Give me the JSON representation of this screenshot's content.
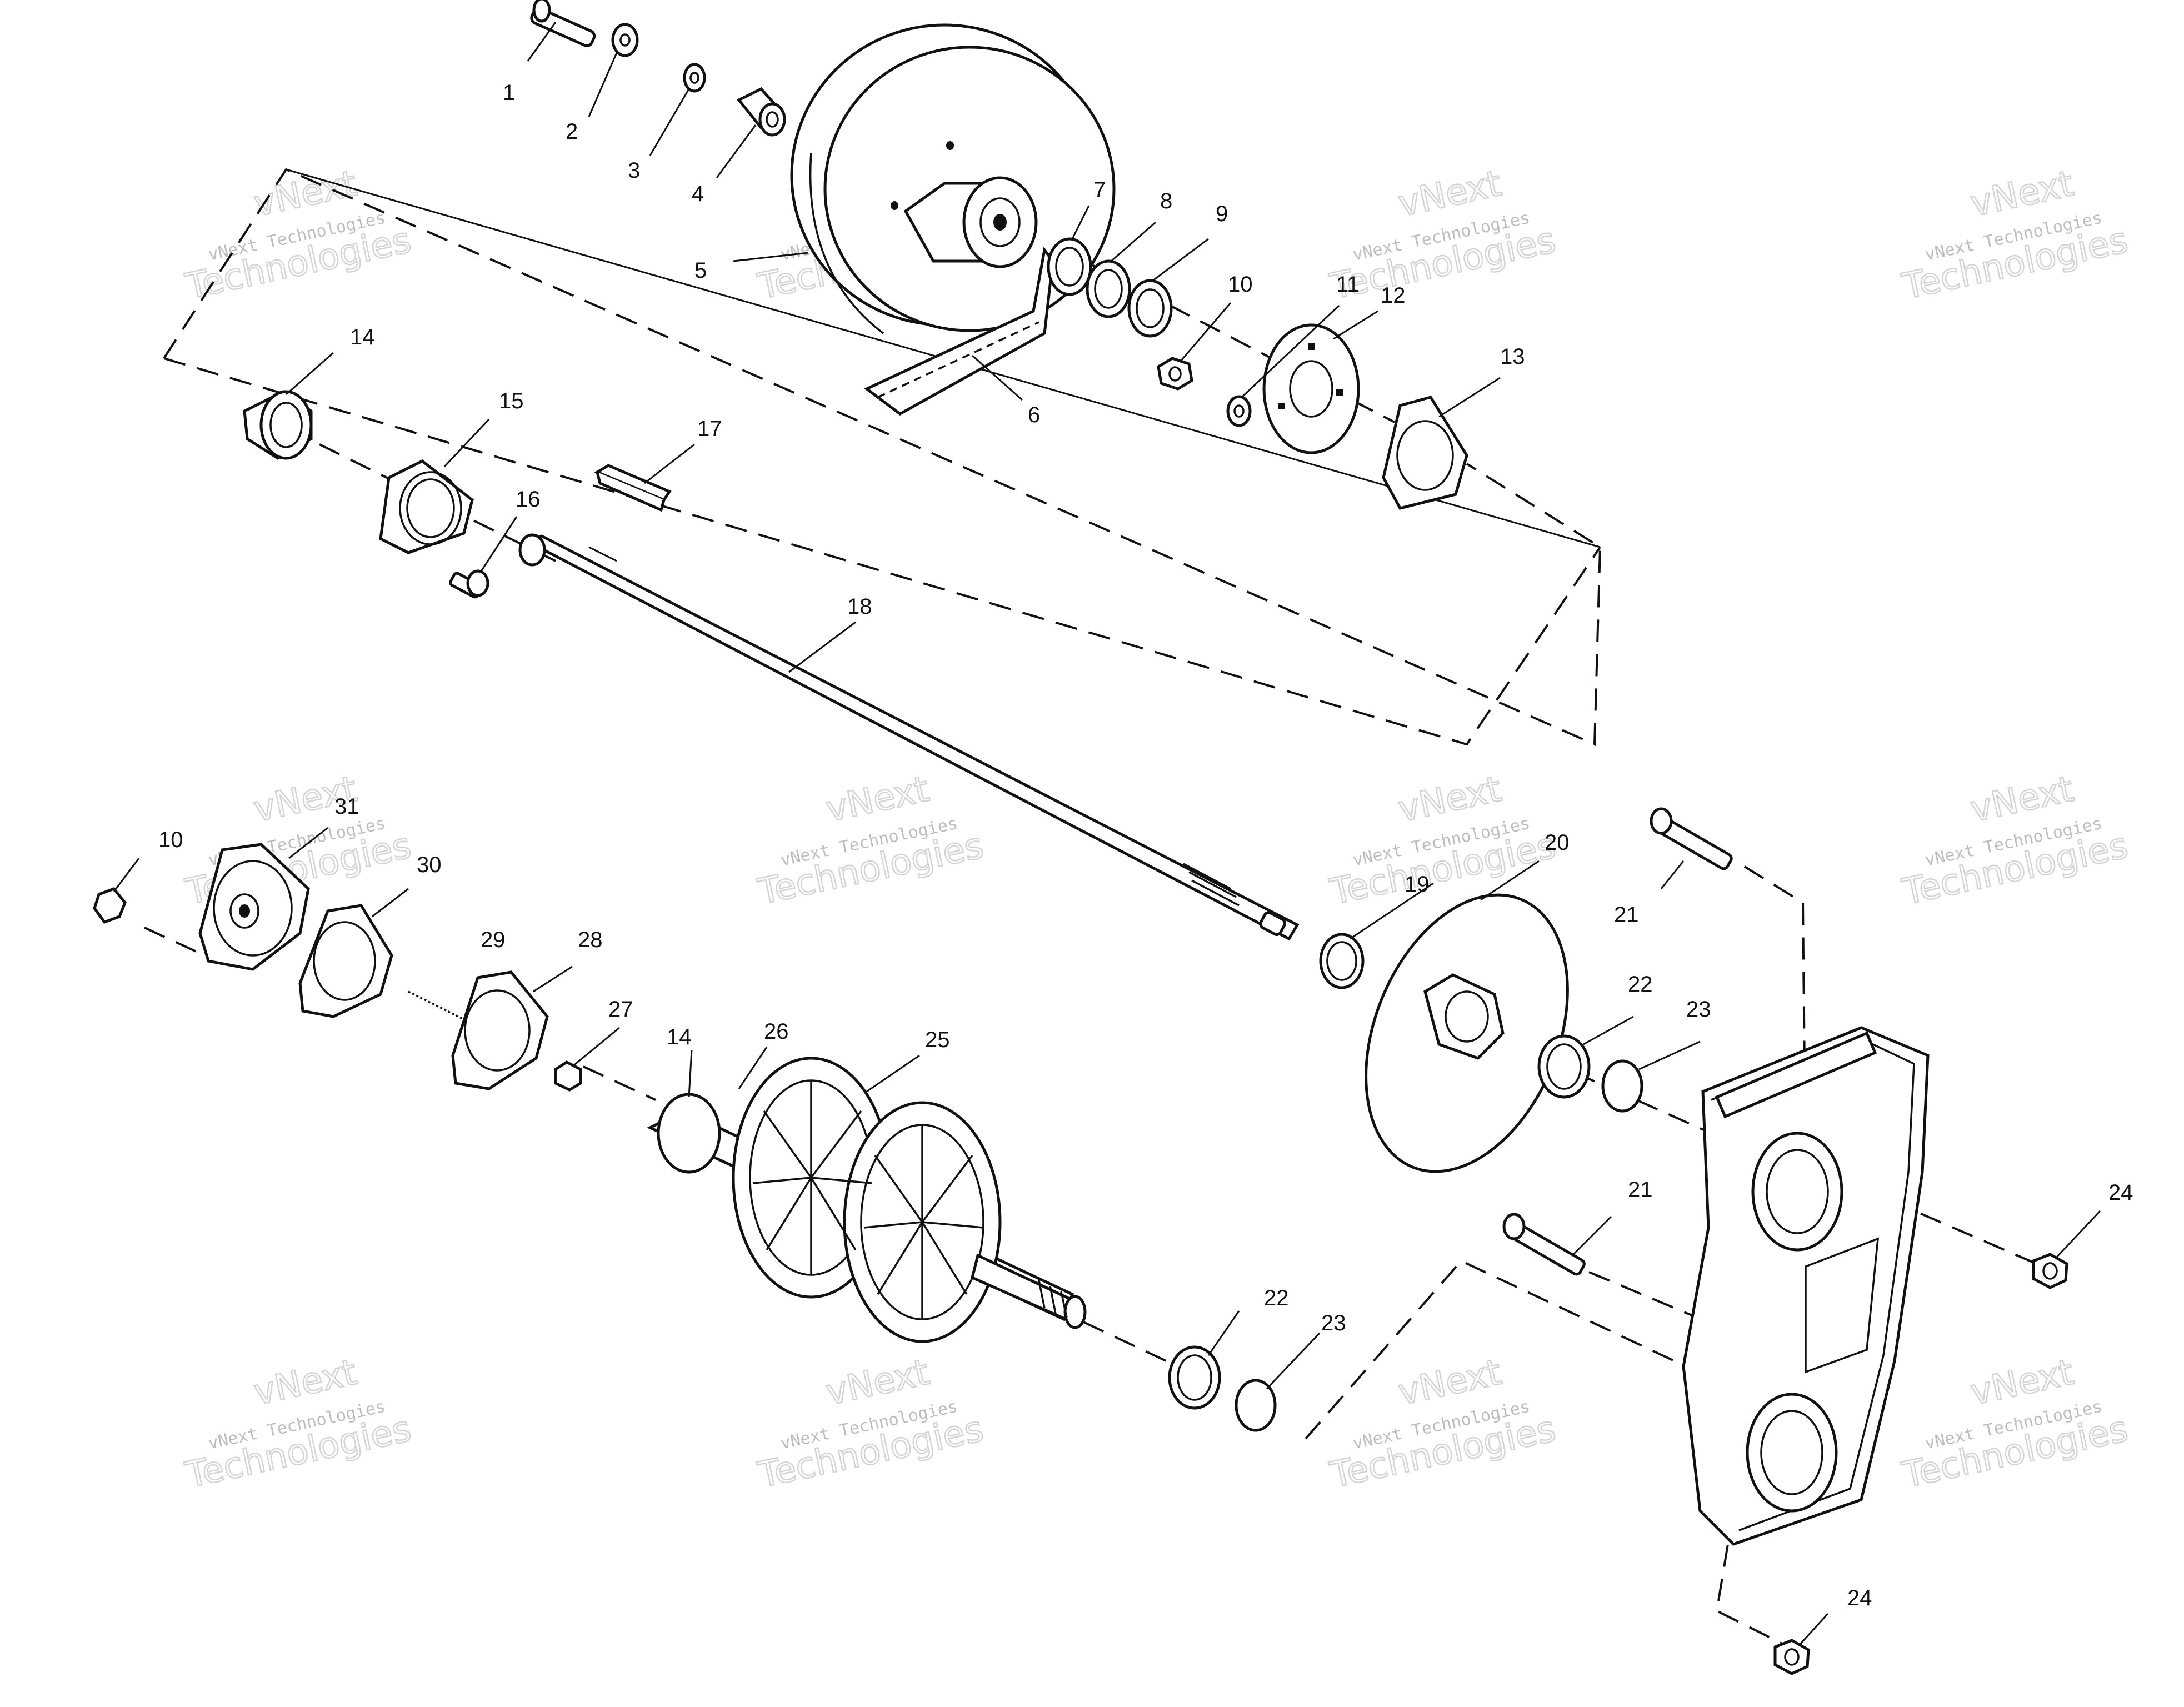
{
  "diagram": {
    "callouts": [
      {
        "id": "c1",
        "text": "1"
      },
      {
        "id": "c2",
        "text": "2"
      },
      {
        "id": "c3",
        "text": "3"
      },
      {
        "id": "c4",
        "text": "4"
      },
      {
        "id": "c5",
        "text": "5"
      },
      {
        "id": "c6",
        "text": "6"
      },
      {
        "id": "c7",
        "text": "7"
      },
      {
        "id": "c8",
        "text": "8"
      },
      {
        "id": "c9",
        "text": "9"
      },
      {
        "id": "c10a",
        "text": "10"
      },
      {
        "id": "c11",
        "text": "11"
      },
      {
        "id": "c12",
        "text": "12"
      },
      {
        "id": "c13",
        "text": "13"
      },
      {
        "id": "c14a",
        "text": "14"
      },
      {
        "id": "c15",
        "text": "15"
      },
      {
        "id": "c16",
        "text": "16"
      },
      {
        "id": "c17",
        "text": "17"
      },
      {
        "id": "c18",
        "text": "18"
      },
      {
        "id": "c19",
        "text": "19"
      },
      {
        "id": "c20",
        "text": "20"
      },
      {
        "id": "c21a",
        "text": "21"
      },
      {
        "id": "c22a",
        "text": "22"
      },
      {
        "id": "c23a",
        "text": "23"
      },
      {
        "id": "c24a",
        "text": "24"
      },
      {
        "id": "c10b",
        "text": "10"
      },
      {
        "id": "c31",
        "text": "31"
      },
      {
        "id": "c30",
        "text": "30"
      },
      {
        "id": "c29",
        "text": "29"
      },
      {
        "id": "c28",
        "text": "28"
      },
      {
        "id": "c27",
        "text": "27"
      },
      {
        "id": "c14b",
        "text": "14"
      },
      {
        "id": "c26",
        "text": "26"
      },
      {
        "id": "c25",
        "text": "25"
      },
      {
        "id": "c21b",
        "text": "21"
      },
      {
        "id": "c22b",
        "text": "22"
      },
      {
        "id": "c23b",
        "text": "23"
      },
      {
        "id": "c24b",
        "text": "24"
      }
    ],
    "watermark": {
      "line1": "vNext Technologies",
      "line2": "vNext",
      "line3": "Technologies"
    }
  }
}
